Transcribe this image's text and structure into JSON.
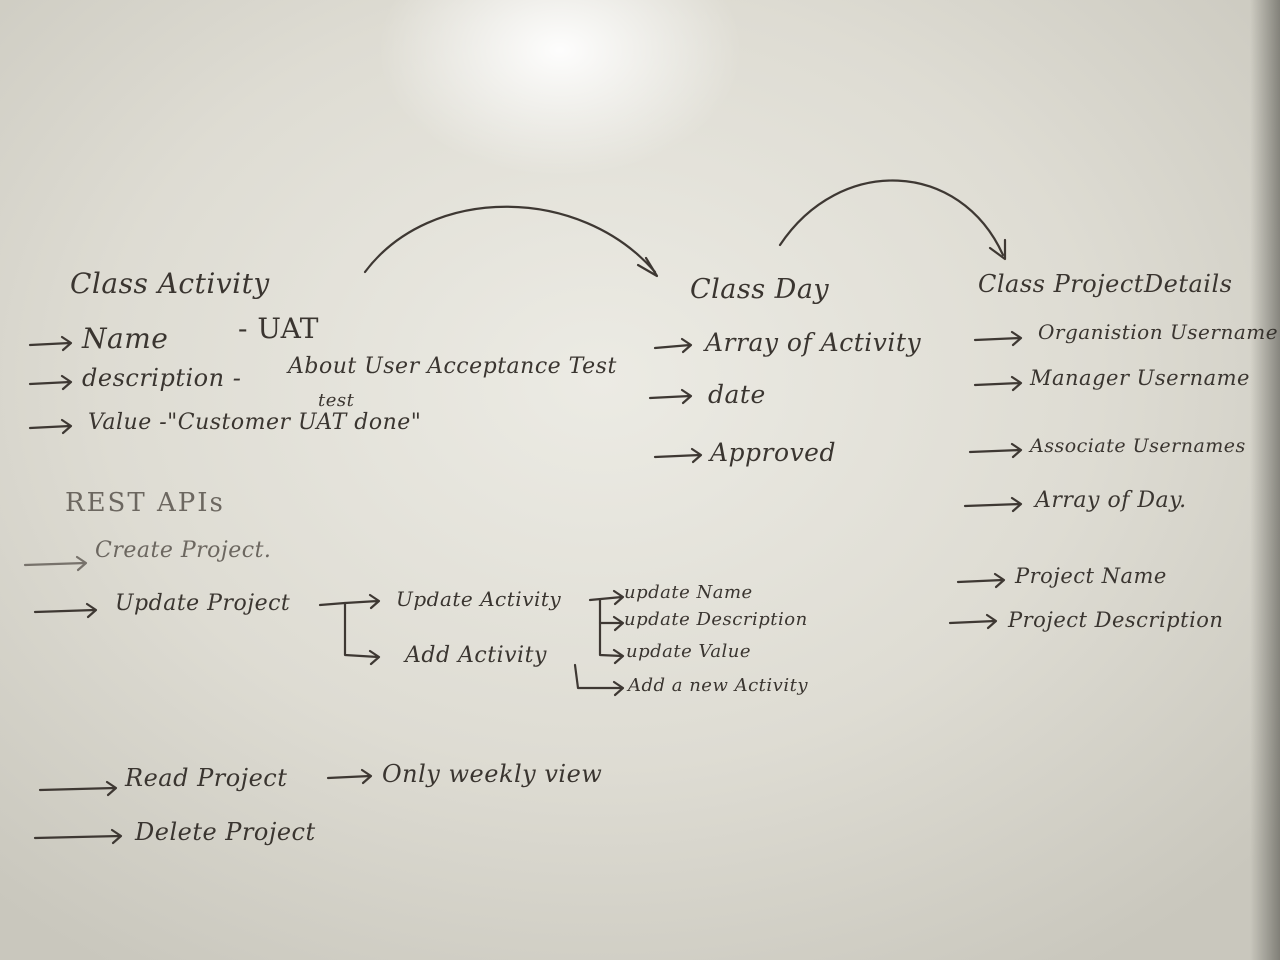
{
  "activity": {
    "heading": "Class Activity",
    "name": "Name",
    "name_value": "- UAT",
    "description": "description -",
    "description_value": "About User Acceptance Test",
    "value_insert": "test",
    "value": "Value -\"Customer UAT done\""
  },
  "day": {
    "heading": "Class Day",
    "items": [
      "Array of Activity",
      "date",
      "Approved"
    ]
  },
  "project_details": {
    "heading": "Class ProjectDetails",
    "items": [
      "Organistion Username",
      "Manager Username",
      "Associate Usernames",
      "Array of Day.",
      "Project Name",
      "Project Description"
    ]
  },
  "rest": {
    "heading": "REST APIs",
    "create": "Create Project.",
    "update": "Update Project",
    "update_activity": "Update Activity",
    "add_activity": "Add Activity",
    "update_name": "update Name",
    "update_description": "update Description",
    "update_value": "update Value",
    "add_new_activity": "Add a new Activity",
    "read": "Read Project",
    "read_note": "Only weekly view",
    "delete": "Delete Project"
  }
}
